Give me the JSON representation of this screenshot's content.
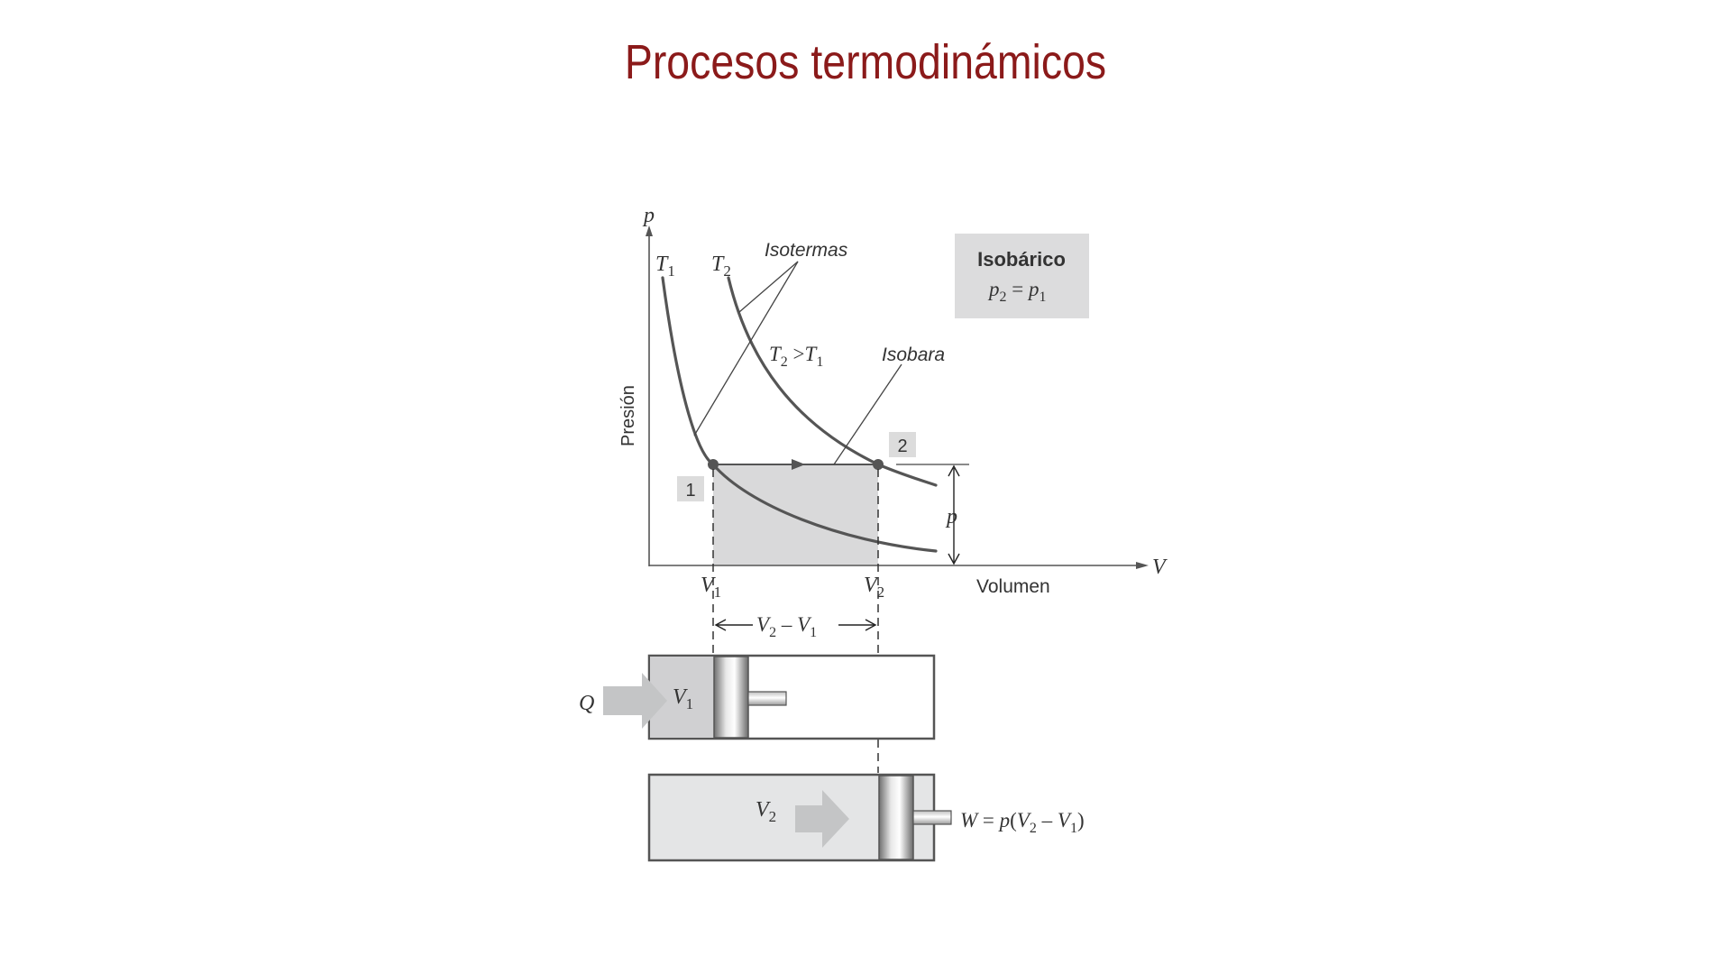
{
  "title": "Procesos termodinámicos",
  "colors": {
    "title": "#8b1a1a",
    "curve": "#555555",
    "shade": "#d9d9da",
    "cylinder_fill": "#d0d0d2",
    "cylinder_light": "#e4e5e6",
    "arrow": "#c4c5c6"
  },
  "axes": {
    "y_symbol": "p",
    "x_symbol": "V",
    "y_label": "Presión",
    "x_label": "Volumen"
  },
  "labels": {
    "t1_main": "T",
    "t1_sub": "1",
    "t2_main": "T",
    "t2_sub": "2",
    "isotermas": "Isotermas",
    "isobara": "Isobara",
    "relation_t2": "T",
    "relation_t2_sub": "2",
    "relation_op": " >",
    "relation_t1": "T",
    "relation_t1_sub": "1",
    "point1": "1",
    "point2": "2",
    "pressure_dim": "p",
    "v1_main": "V",
    "v1_sub": "1",
    "v2_main": "V",
    "v2_sub": "2",
    "diff_v2": "V",
    "diff_v2_sub": "2",
    "diff_minus": " – ",
    "diff_v1": "V",
    "diff_v1_sub": "1"
  },
  "legend_box": {
    "title": "Isobárico",
    "eq_p2": "p",
    "eq_p2_sub": "2",
    "eq_op": " = ",
    "eq_p1": "p",
    "eq_p1_sub": "1"
  },
  "cylinder_top": {
    "heat": "Q",
    "vol_main": "V",
    "vol_sub": "1"
  },
  "cylinder_bottom": {
    "vol_main": "V",
    "vol_sub": "2",
    "work_lhs": "W",
    "work_eq": " = ",
    "work_p": "p",
    "work_open": "(",
    "work_v2": "V",
    "work_v2_sub": "2",
    "work_minus": " – ",
    "work_v1": "V",
    "work_v1_sub": "1",
    "work_close": ")"
  }
}
